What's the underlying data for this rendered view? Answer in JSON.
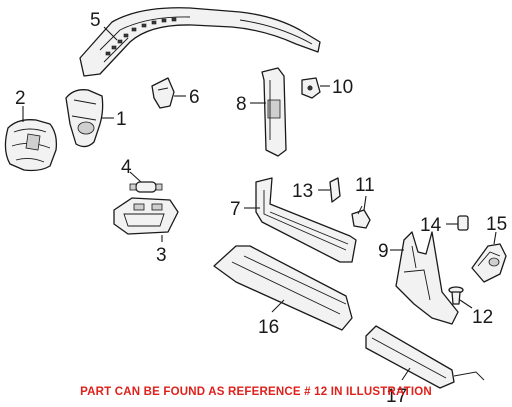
{
  "callouts": {
    "c1": "1",
    "c2": "2",
    "c3": "3",
    "c4": "4",
    "c5": "5",
    "c6": "6",
    "c7": "7",
    "c8": "8",
    "c9": "9",
    "c10": "10",
    "c11": "11",
    "c12": "12",
    "c13": "13",
    "c14": "14",
    "c15": "15",
    "c16": "16",
    "c17": "17"
  },
  "note": "PART CAN BE FOUND AS REFERENCE # 12 IN ILLUSTRATION",
  "colors": {
    "note": "#e0201b",
    "line": "#1a1a1a",
    "fill": "#f2f2f2"
  },
  "icons": {
    "p1": "pillar-trim-icon",
    "p2": "pillar-cover-icon",
    "p3": "lamp-housing-icon",
    "p4": "bulb-icon",
    "p5": "roof-rail-trim-icon",
    "p6": "bracket-icon",
    "p7": "sill-plate-icon",
    "p8": "b-pillar-trim-icon",
    "p9": "c-pillar-trim-icon",
    "p10": "clip-icon",
    "p11": "bracket-icon",
    "p12": "push-pin-icon",
    "p13": "clip-icon",
    "p14": "clip-icon",
    "p15": "cover-icon",
    "p16": "rocker-trim-icon",
    "p17": "scuff-plate-icon"
  }
}
